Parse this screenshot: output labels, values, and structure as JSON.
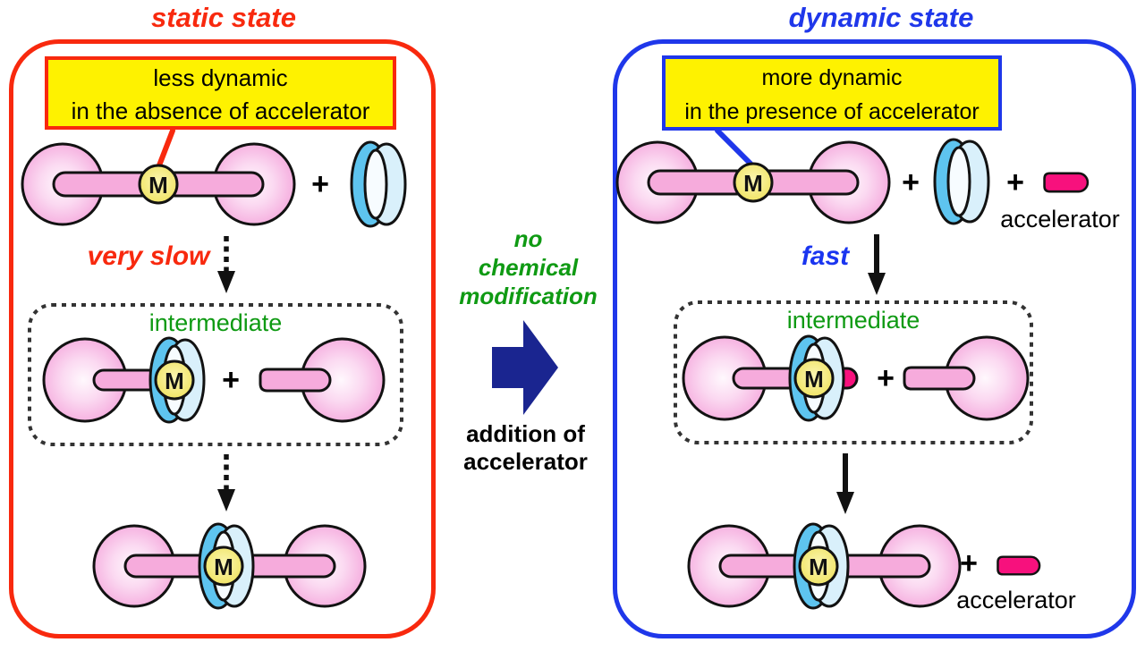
{
  "static_panel": {
    "title": "static state",
    "callout": "less dynamic\nin the absence of accelerator",
    "rate": "very slow",
    "intermediate": "intermediate"
  },
  "dynamic_panel": {
    "title": "dynamic state",
    "callout": "more dynamic\nin the presence of accelerator",
    "rate": "fast",
    "intermediate": "intermediate",
    "accelerator_top": "accelerator",
    "accelerator_bottom": "accelerator"
  },
  "middle": {
    "note": "no\nchemical\nmodification",
    "action": "addition of\naccelerator"
  },
  "symbols": {
    "m": "M",
    "plus": "+"
  },
  "colors": {
    "red": "#f8290e",
    "blue": "#1f37ea",
    "green": "#0f9a13",
    "navy_arrow": "#1a2590",
    "yellow_highlight": "#fef200",
    "sphere_pink": "#f4a5db",
    "bar_pink": "#f6abdc",
    "ring_sky_blue": "#5ec4ef",
    "ring_light_blue": "#d9f0fb",
    "accelerator_pink": "#f7117d",
    "outline": "#121212",
    "dashed_box_gray": "#333333"
  }
}
